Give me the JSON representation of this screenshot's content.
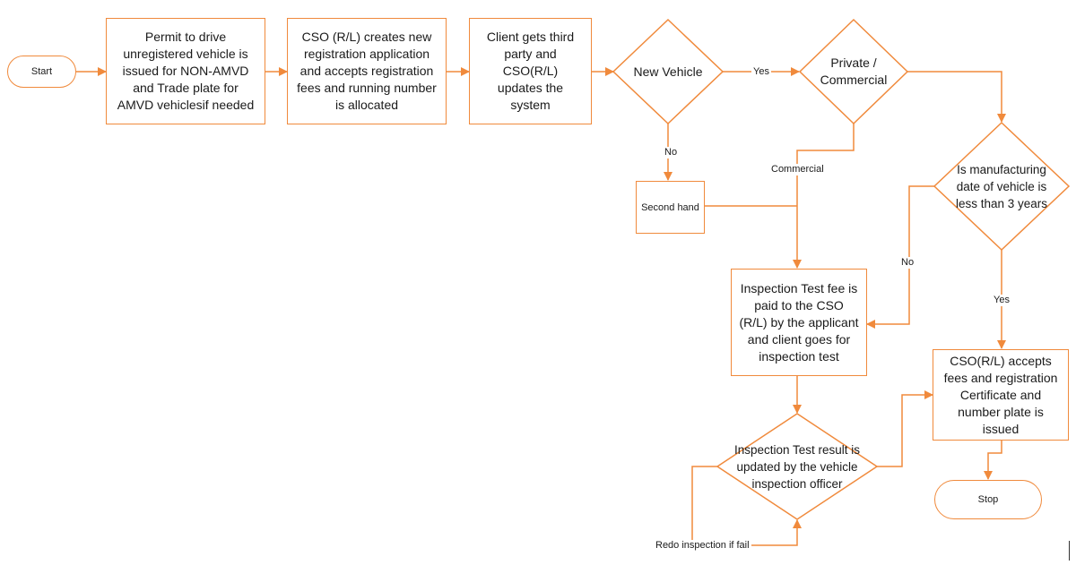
{
  "colors": {
    "stroke": "#f08a3c",
    "text": "#1a1a1a",
    "background": "#ffffff"
  },
  "nodes": {
    "start": "Start",
    "permit": "Permit to drive unregistered vehicle is issued for NON-AMVD and Trade plate for AMVD vehiclesif needed",
    "cso_application": "CSO (R/L) creates new registration application and accepts registration fees and running number is allocated",
    "third_party": "Client gets third party and CSO(R/L) updates the system",
    "new_vehicle": "New Vehicle",
    "private_commercial": "Private / Commercial",
    "manufacturing_date": "Is manufacturing date of vehicle is less than 3 years",
    "second_hand": "Second hand",
    "inspection_fee": "Inspection Test fee is paid to the CSO (R/L) by the applicant and client goes for inspection test",
    "cso_accepts": "CSO(R/L) accepts fees and registration Certificate and number plate is issued",
    "inspection_result": "Inspection Test result is updated by the vehicle inspection officer",
    "stop": "Stop"
  },
  "edge_labels": {
    "yes_new": "Yes",
    "no_new": "No",
    "commercial": "Commercial",
    "no_date": "No",
    "yes_date": "Yes",
    "redo": "Redo inspection if fail"
  }
}
